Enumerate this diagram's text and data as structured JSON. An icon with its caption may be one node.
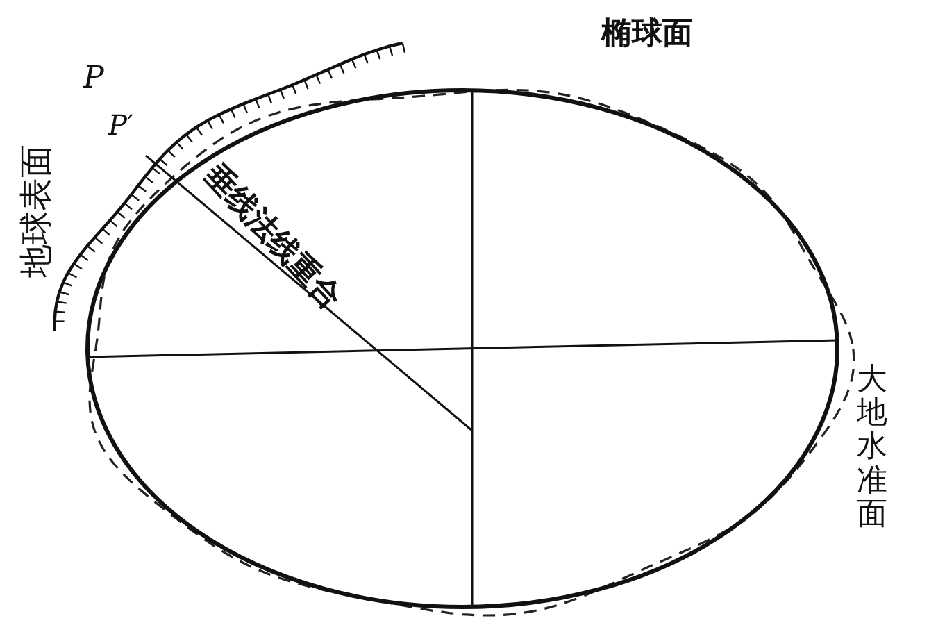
{
  "diagram": {
    "labels": [
      "椭球面",
      "P",
      "P′",
      "地球表面",
      "垂线法线重合",
      "大地水准面"
    ]
  }
}
